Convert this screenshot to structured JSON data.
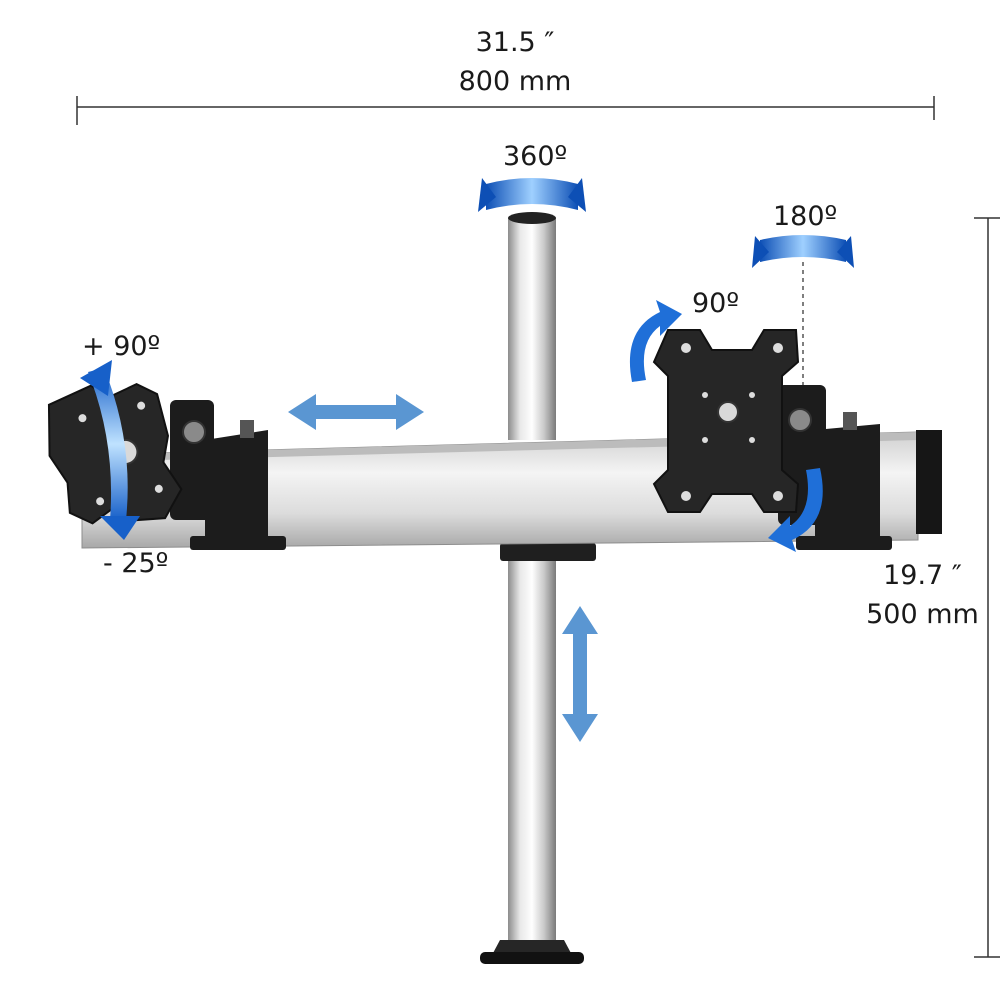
{
  "dimensions": {
    "width_inches": "31.5 ″",
    "width_mm": "800 mm",
    "height_inches": "19.7 ″",
    "height_mm": "500 mm"
  },
  "rotations": {
    "pole_swivel": "360º",
    "right_swivel": "180º",
    "right_rotation": "90º",
    "left_tilt_up": "+ 90º",
    "left_tilt_down": "- 25º"
  },
  "icons": {
    "horizontal_move": "double-arrow-horizontal-icon",
    "vertical_move": "double-arrow-vertical-icon",
    "swivel": "curved-arrow-icon"
  },
  "colors": {
    "arrow_blue": "#5a96d2",
    "rotation_blue": "#1f6fd8",
    "metal_light": "#f2f2f2",
    "metal_dark": "#9a9a9a",
    "bracket_black": "#1c1c1c",
    "text": "#1a1a1a"
  }
}
